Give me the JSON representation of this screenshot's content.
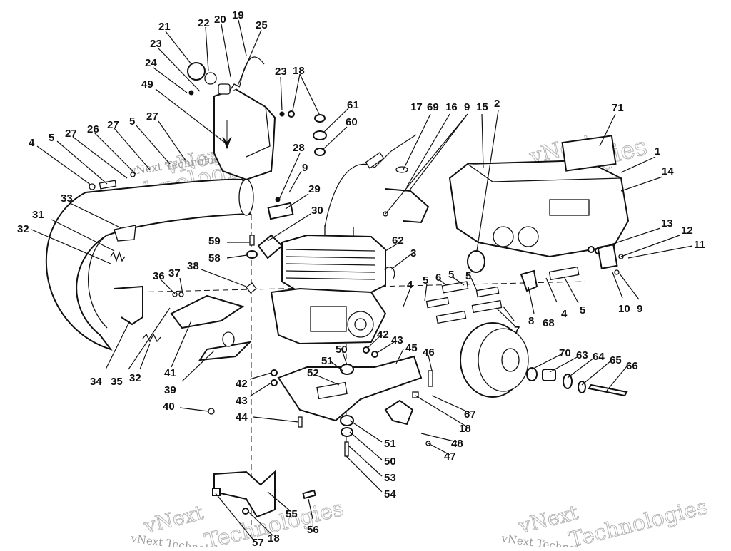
{
  "diagram": {
    "watermark_small": "vNext Technologies",
    "watermark_large_top": "vNext",
    "watermark_large_bottom": "Technologies"
  },
  "callouts": {
    "c1": "1",
    "c2": "2",
    "c3": "3",
    "c4a": "4",
    "c4b": "4",
    "c4c": "4",
    "c5a": "5",
    "c5b": "5",
    "c5c": "5",
    "c5d": "5",
    "c5e": "5",
    "c6": "6",
    "c7": "7",
    "c8": "8",
    "c9a": "9",
    "c9b": "9",
    "c9c": "9",
    "c10": "10",
    "c11": "11",
    "c12": "12",
    "c13": "13",
    "c14": "14",
    "c15": "15",
    "c16": "16",
    "c17": "17",
    "c18a": "18",
    "c18b": "18",
    "c18c": "18",
    "c19": "19",
    "c20": "20",
    "c21": "21",
    "c22": "22",
    "c23a": "23",
    "c23b": "23",
    "c24": "24",
    "c25": "25",
    "c26": "26",
    "c27a": "27",
    "c27b": "27",
    "c27c": "27",
    "c28": "28",
    "c29": "29",
    "c30": "30",
    "c31": "31",
    "c32a": "32",
    "c32b": "32",
    "c33": "33",
    "c34": "34",
    "c35": "35",
    "c36": "36",
    "c37": "37",
    "c38": "38",
    "c39": "39",
    "c40": "40",
    "c41": "41",
    "c42a": "42",
    "c42b": "42",
    "c43a": "43",
    "c43b": "43",
    "c44": "44",
    "c45": "45",
    "c46": "46",
    "c47": "47",
    "c48": "48",
    "c49": "49",
    "c50a": "50",
    "c50b": "50",
    "c51a": "51",
    "c51b": "51",
    "c52": "52",
    "c53": "53",
    "c54": "54",
    "c55": "55",
    "c56": "56",
    "c57": "57",
    "c58": "58",
    "c59": "59",
    "c60": "60",
    "c61": "61",
    "c62": "62",
    "c63": "63",
    "c64": "64",
    "c65": "65",
    "c66": "66",
    "c67": "67",
    "c68": "68",
    "c69": "69",
    "c70": "70",
    "c71": "71"
  }
}
